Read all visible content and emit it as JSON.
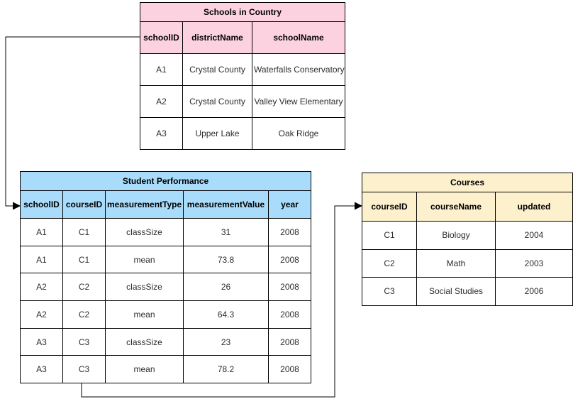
{
  "canvas": {
    "background": "#ffffff",
    "line_color": "#000000"
  },
  "tables": {
    "schools": {
      "title": "Schools in Country",
      "header_color": "#fcd2e1",
      "columns": [
        "schoolID",
        "districtName",
        "schoolName"
      ],
      "rows": [
        [
          "A1",
          "Crystal County",
          "Waterfalls Conservatory"
        ],
        [
          "A2",
          "Crystal County",
          "Valley View Elementary"
        ],
        [
          "A3",
          "Upper Lake",
          "Oak Ridge"
        ]
      ]
    },
    "performance": {
      "title": "Student Performance",
      "header_color": "#a9dcfa",
      "columns": [
        "schoolID",
        "courseID",
        "measurementType",
        "measurementValue",
        "year"
      ],
      "rows": [
        [
          "A1",
          "C1",
          "classSize",
          "31",
          "2008"
        ],
        [
          "A1",
          "C1",
          "mean",
          "73.8",
          "2008"
        ],
        [
          "A2",
          "C2",
          "classSize",
          "26",
          "2008"
        ],
        [
          "A2",
          "C2",
          "mean",
          "64.3",
          "2008"
        ],
        [
          "A3",
          "C3",
          "classSize",
          "23",
          "2008"
        ],
        [
          "A3",
          "C3",
          "mean",
          "78.2",
          "2008"
        ]
      ]
    },
    "courses": {
      "title": "Courses",
      "header_color": "#fdf0cd",
      "columns": [
        "courseID",
        "courseName",
        "updated"
      ],
      "rows": [
        [
          "C1",
          "Biology",
          "2004"
        ],
        [
          "C2",
          "Math",
          "2003"
        ],
        [
          "C3",
          "Social Studies",
          "2006"
        ]
      ]
    }
  },
  "connectors": [
    {
      "from_table": "Schools in Country",
      "from_column": "schoolID",
      "to_table": "Student Performance",
      "to_column": "schoolID",
      "arrow": "right"
    },
    {
      "from_table": "Student Performance",
      "from_column": "courseID",
      "to_table": "Courses",
      "to_column": "courseID",
      "arrow": "right"
    }
  ]
}
